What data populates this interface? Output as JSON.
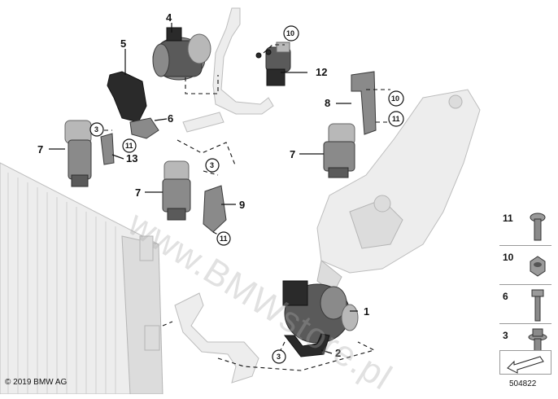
{
  "watermark": "www.BMWstore.pl",
  "copyright": "© 2019 BMW AG",
  "reference_number": "504822",
  "callouts": {
    "c1": "1",
    "c2": "2",
    "c3a": "3",
    "c3b": "3",
    "c3c": "3",
    "c4": "4",
    "c5": "5",
    "c6": "6",
    "c7a": "7",
    "c7b": "7",
    "c7c": "7",
    "c8": "8",
    "c9": "9",
    "c10a": "10",
    "c10b": "10",
    "c11a": "11",
    "c11b": "11",
    "c11c": "11",
    "c12": "12",
    "c13": "13"
  },
  "legend": [
    {
      "number": "11",
      "icon": "torx-screw-icon"
    },
    {
      "number": "10",
      "icon": "hex-nut-icon"
    },
    {
      "number": "6",
      "icon": "hex-bolt-icon"
    },
    {
      "number": "3",
      "icon": "flange-bolt-icon"
    }
  ],
  "legend_arrow_icon": "direction-arrow-icon"
}
